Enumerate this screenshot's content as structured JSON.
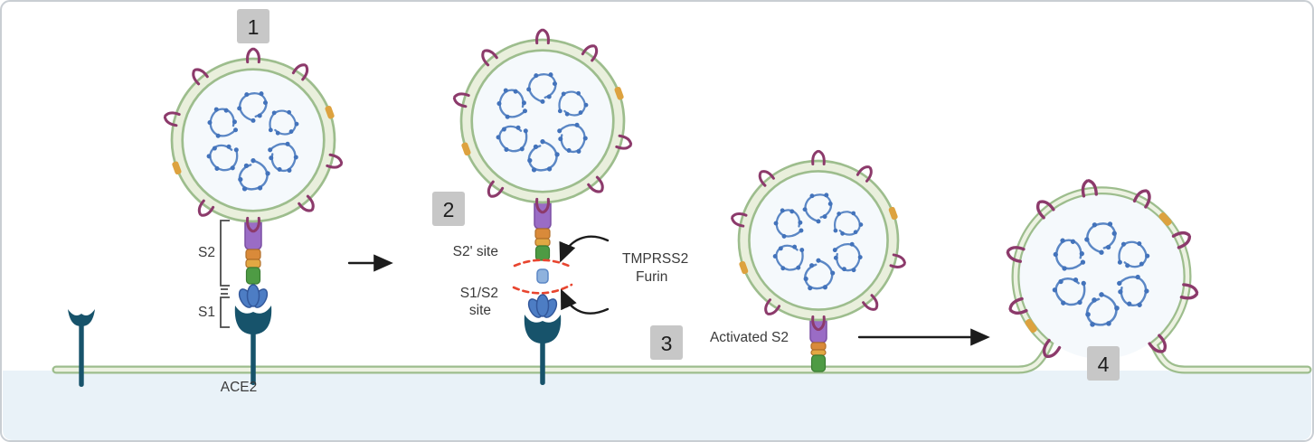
{
  "steps": [
    "1",
    "2",
    "3",
    "4"
  ],
  "labels": {
    "s2": "S2",
    "s1": "S1",
    "ace2": "ACE2",
    "s2_prime_site": "S2' site",
    "s1s2_line1": "S1/S2",
    "s1s2_line2": "site",
    "protease1": "TMPRSS2",
    "protease2": "Furin",
    "activated_s2": "Activated S2"
  },
  "colors": {
    "membrane_green": "#9dbd8d",
    "membrane_fill": "#edf2e2",
    "envelope_fill": "#e9efdc",
    "virus_interior": "#f5f9fc",
    "spike_purple": "#8c3a6b",
    "marker_orange": "#dda23f",
    "rna_blue": "#5b87c5",
    "rna_bead": "#4373bb",
    "stalk_purple": "#9a6cc5",
    "seg_orange": "#d98a3a",
    "seg_orange2": "#e2a843",
    "seg_green": "#4e9b44",
    "head_blue": "#4d7dc4",
    "frag_blue": "#8fb2dd",
    "ace2_teal": "#17536b",
    "cleave_red": "#e8452f",
    "label_bg": "#c7c7c7",
    "arrow_black": "#1c1c1c",
    "cytoplasm": "#e9f2f8"
  }
}
